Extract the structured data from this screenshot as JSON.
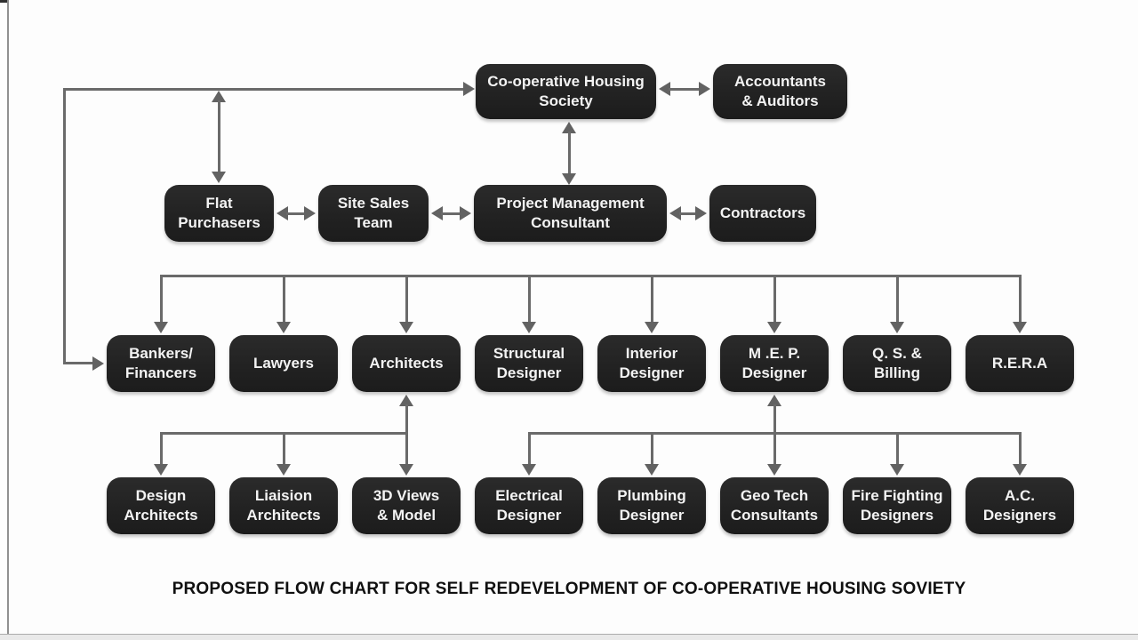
{
  "title": "PROPOSED FLOW CHART FOR SELF REDEVELOPMENT OF CO-OPERATIVE HOUSING SOVIETY",
  "colors": {
    "node_fill": "#222222",
    "node_text": "#f3f3f3",
    "connector": "#6a6a6a",
    "background": "#fdfdfd"
  },
  "nodes": [
    {
      "id": "co-operative-housing-society",
      "label": "Co-operative Housing\nSociety"
    },
    {
      "id": "accountants-auditors",
      "label": "Accountants\n& Auditors"
    },
    {
      "id": "flat-purchasers",
      "label": "Flat\nPurchasers"
    },
    {
      "id": "site-sales-team",
      "label": "Site Sales\nTeam"
    },
    {
      "id": "project-management-consultant",
      "label": "Project Management\nConsultant"
    },
    {
      "id": "contractors",
      "label": "Contractors"
    },
    {
      "id": "bankers-financers",
      "label": "Bankers/\nFinancers"
    },
    {
      "id": "lawyers",
      "label": "Lawyers"
    },
    {
      "id": "architects",
      "label": "Architects"
    },
    {
      "id": "structural-designer",
      "label": "Structural\nDesigner"
    },
    {
      "id": "interior-designer",
      "label": "Interior\nDesigner"
    },
    {
      "id": "mep-designer",
      "label": "M .E. P.\nDesigner"
    },
    {
      "id": "qs-billing",
      "label": "Q. S. &\nBilling"
    },
    {
      "id": "rera",
      "label": "R.E.R.A"
    },
    {
      "id": "design-architects",
      "label": "Design\nArchitects"
    },
    {
      "id": "liaision-architects",
      "label": "Liaision\nArchitects"
    },
    {
      "id": "3d-views-model",
      "label": "3D Views\n& Model"
    },
    {
      "id": "electrical-designer",
      "label": "Electrical\nDesigner"
    },
    {
      "id": "plumbing-designer",
      "label": "Plumbing\nDesigner"
    },
    {
      "id": "geo-tech-consultants",
      "label": "Geo Tech\nConsultants"
    },
    {
      "id": "fire-fighting-designers",
      "label": "Fire Fighting\nDesigners"
    },
    {
      "id": "ac-designers",
      "label": "A.C.\nDesigners"
    }
  ],
  "connections": [
    {
      "from": "co-operative-housing-society",
      "to": "accountants-auditors",
      "style": "bidirectional"
    },
    {
      "from": "co-operative-housing-society",
      "to": "project-management-consultant",
      "style": "bidirectional"
    },
    {
      "from": "flat-purchasers",
      "to": "co-operative-housing-society",
      "style": "bidirectional"
    },
    {
      "from": "co-operative-housing-society",
      "to": "bankers-financers",
      "style": "directed"
    },
    {
      "from": "flat-purchasers",
      "to": "site-sales-team",
      "style": "bidirectional"
    },
    {
      "from": "site-sales-team",
      "to": "project-management-consultant",
      "style": "bidirectional"
    },
    {
      "from": "project-management-consultant",
      "to": "contractors",
      "style": "bidirectional"
    },
    {
      "from": "row3-distribution-bus",
      "targets": [
        "bankers-financers",
        "lawyers",
        "architects",
        "structural-designer",
        "interior-designer",
        "mep-designer",
        "qs-billing",
        "rera"
      ],
      "style": "directed"
    },
    {
      "from": "architects",
      "to": "3d-views-model",
      "style": "bidirectional"
    },
    {
      "from": "architects-sub-bus",
      "targets": [
        "design-architects",
        "liaision-architects"
      ],
      "style": "directed"
    },
    {
      "from": "mep-designer",
      "to": "geo-tech-consultants",
      "style": "bidirectional"
    },
    {
      "from": "mep-sub-bus",
      "targets": [
        "electrical-designer",
        "plumbing-designer",
        "fire-fighting-designers",
        "ac-designers"
      ],
      "style": "directed"
    }
  ]
}
